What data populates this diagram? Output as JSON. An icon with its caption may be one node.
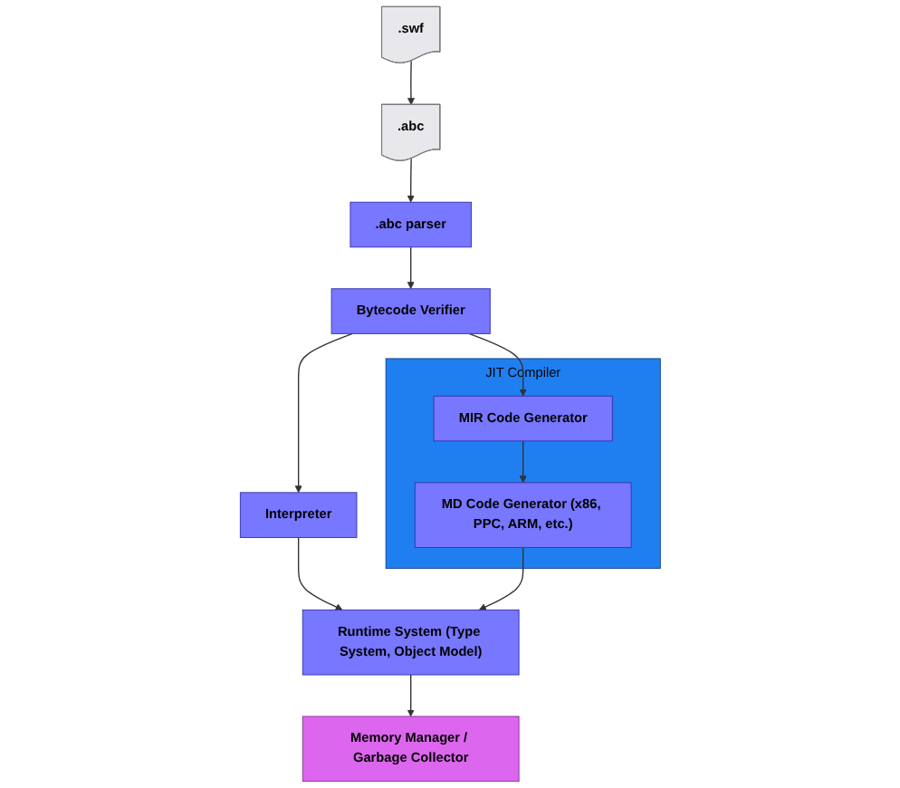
{
  "diagram": {
    "nodes": [
      {
        "text": [
          ".swf"
        ]
      },
      {
        "text": [
          ".abc"
        ]
      },
      {
        "text": [
          ".abc parser"
        ]
      },
      {
        "text": [
          "Bytecode Verifier"
        ]
      },
      {
        "text": [
          "Interpreter"
        ]
      },
      {
        "text": [
          "JIT Compiler"
        ]
      },
      {
        "text": [
          "MIR Code Generator"
        ],
        "in": 5
      },
      {
        "text": [
          "MD Code Generator (x86, PPC, ARM, etc.)"
        ],
        "in": 5
      },
      {
        "text": [
          "Runtime System (Type System, Object Model)"
        ]
      },
      {
        "text": [
          "Memory Manager / Garbage Collector"
        ]
      }
    ],
    "edges": [
      {
        "from": 0,
        "to": 1,
        "arrow": "to"
      },
      {
        "from": 1,
        "to": 2,
        "arrow": "to"
      },
      {
        "from": 2,
        "to": 3,
        "arrow": "to"
      },
      {
        "from": 3,
        "to": 6,
        "arrow": "to"
      },
      {
        "from": 3,
        "to": 4,
        "arrow": "to"
      },
      {
        "from": 6,
        "to": 7,
        "arrow": "to"
      },
      {
        "from": 4,
        "to": 8,
        "arrow": "to"
      },
      {
        "from": 7,
        "to": 8,
        "arrow": "to"
      },
      {
        "from": 8,
        "to": 9,
        "arrow": "to"
      }
    ]
  }
}
